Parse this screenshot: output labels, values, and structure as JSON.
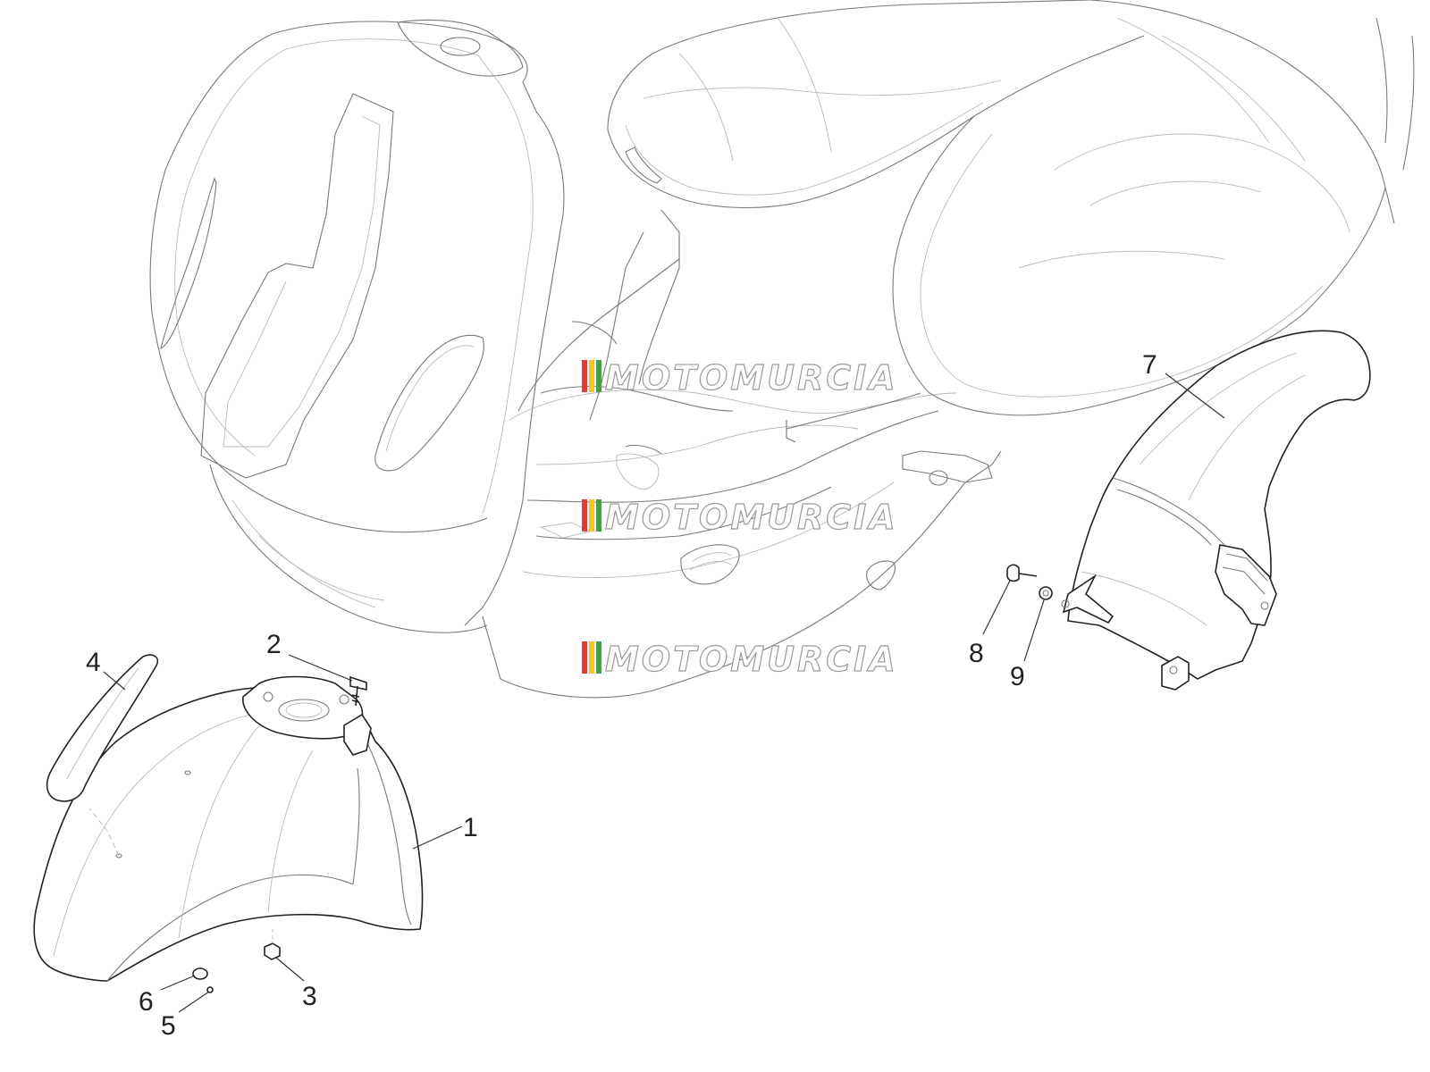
{
  "diagram": {
    "type": "exploded-parts-diagram",
    "watermark": {
      "text": "MOTOMURCIA",
      "colors": [
        "#e53935",
        "#f4c430",
        "#43a047"
      ]
    },
    "callouts": [
      {
        "number": "1",
        "part": "front-mudguard"
      },
      {
        "number": "2",
        "part": "screw"
      },
      {
        "number": "3",
        "part": "nut"
      },
      {
        "number": "4",
        "part": "mudguard-trim"
      },
      {
        "number": "5",
        "part": "screw-small"
      },
      {
        "number": "6",
        "part": "plug"
      },
      {
        "number": "7",
        "part": "rear-mudguard"
      },
      {
        "number": "8",
        "part": "bolt"
      },
      {
        "number": "9",
        "part": "washer"
      }
    ]
  }
}
